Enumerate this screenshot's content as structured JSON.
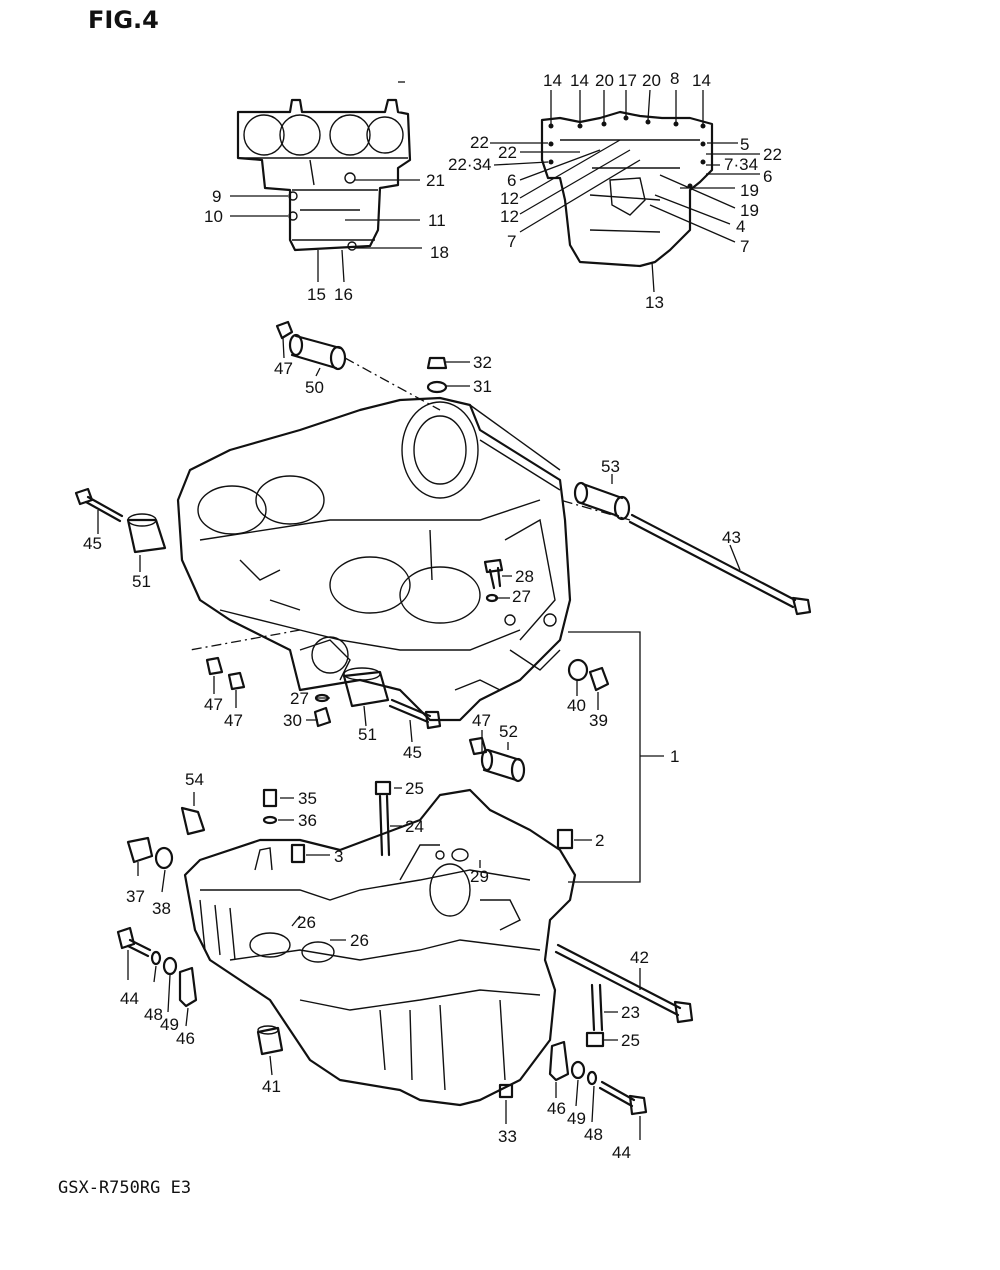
{
  "figure_title": "FIG.4",
  "model_code": "GSX-R750RG  E3",
  "callouts": [
    {
      "text": "14"
    },
    {
      "text": "14"
    },
    {
      "text": "20"
    },
    {
      "text": "17"
    },
    {
      "text": "20"
    },
    {
      "text": "8"
    },
    {
      "text": "14"
    },
    {
      "text": "22"
    },
    {
      "text": "22"
    },
    {
      "text": "22·34"
    },
    {
      "text": "6"
    },
    {
      "text": "12"
    },
    {
      "text": "12"
    },
    {
      "text": "7"
    },
    {
      "text": "5"
    },
    {
      "text": "22"
    },
    {
      "text": "7·34"
    },
    {
      "text": "6"
    },
    {
      "text": "19"
    },
    {
      "text": "19"
    },
    {
      "text": "4"
    },
    {
      "text": "7"
    },
    {
      "text": "13"
    },
    {
      "text": "9"
    },
    {
      "text": "10"
    },
    {
      "text": "21"
    },
    {
      "text": "11"
    },
    {
      "text": "18"
    },
    {
      "text": "15"
    },
    {
      "text": "16"
    },
    {
      "text": "32"
    },
    {
      "text": "31"
    },
    {
      "text": "47"
    },
    {
      "text": "50"
    },
    {
      "text": "53"
    },
    {
      "text": "43"
    },
    {
      "text": "45"
    },
    {
      "text": "51"
    },
    {
      "text": "28"
    },
    {
      "text": "27"
    },
    {
      "text": "47"
    },
    {
      "text": "47"
    },
    {
      "text": "27"
    },
    {
      "text": "30"
    },
    {
      "text": "51"
    },
    {
      "text": "45"
    },
    {
      "text": "40"
    },
    {
      "text": "39"
    },
    {
      "text": "47"
    },
    {
      "text": "52"
    },
    {
      "text": "1"
    },
    {
      "text": "54"
    },
    {
      "text": "35"
    },
    {
      "text": "36"
    },
    {
      "text": "25"
    },
    {
      "text": "24"
    },
    {
      "text": "3"
    },
    {
      "text": "2"
    },
    {
      "text": "37"
    },
    {
      "text": "38"
    },
    {
      "text": "29"
    },
    {
      "text": "26"
    },
    {
      "text": "26"
    },
    {
      "text": "44"
    },
    {
      "text": "48"
    },
    {
      "text": "49"
    },
    {
      "text": "46"
    },
    {
      "text": "42"
    },
    {
      "text": "23"
    },
    {
      "text": "25"
    },
    {
      "text": "41"
    },
    {
      "text": "46"
    },
    {
      "text": "49"
    },
    {
      "text": "48"
    },
    {
      "text": "44"
    },
    {
      "text": "33"
    }
  ]
}
